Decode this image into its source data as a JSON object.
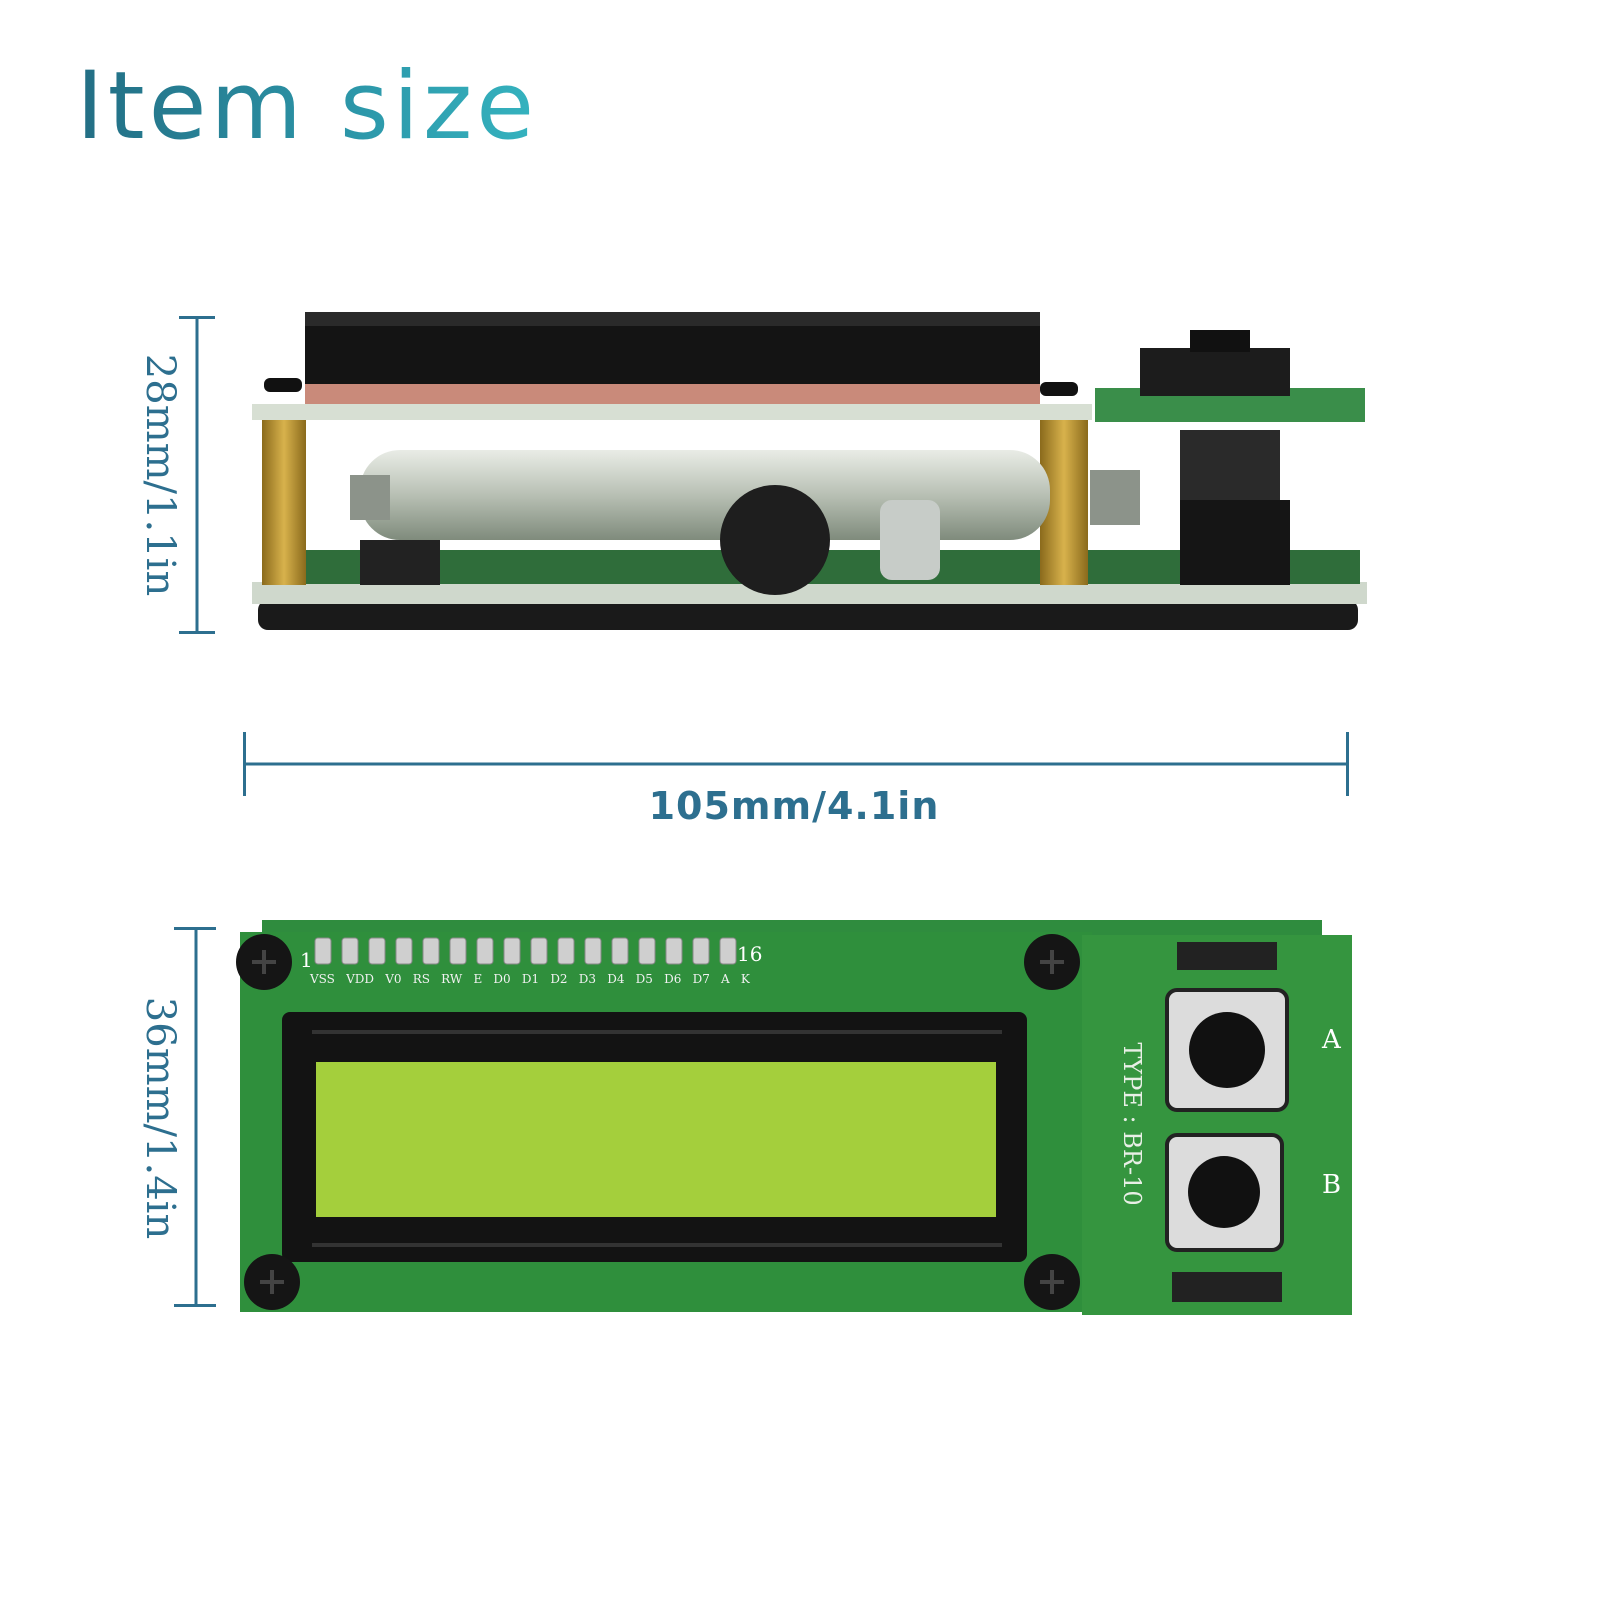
{
  "title": "Item size",
  "dimensions": {
    "height": "28mm/1.1in",
    "length": "105mm/4.1in",
    "width": "36mm/1.4in"
  },
  "lcd_pins": {
    "first": "1",
    "last": "16",
    "labels": [
      "VSS",
      "VDD",
      "V0",
      "RS",
      "RW",
      "E",
      "D0",
      "D1",
      "D2",
      "D3",
      "D4",
      "D5",
      "D6",
      "D7",
      "A",
      "K"
    ]
  },
  "button_board": {
    "type_label": "TYPE : BR-10",
    "button_a": "A",
    "button_b": "B"
  },
  "colors": {
    "accent": "#2d6f8f",
    "pcb_green": "#2f8f3c",
    "lcd_screen": "#a4cf3c"
  }
}
